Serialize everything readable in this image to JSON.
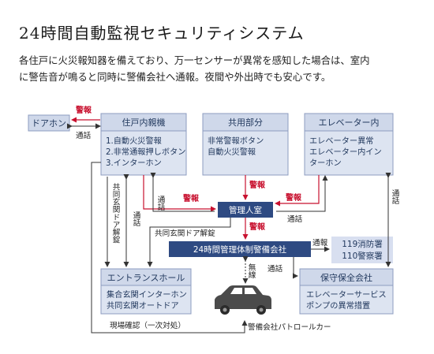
{
  "title": "24時間自動監視セキュリティシステム",
  "description": [
    "各住戸に火災報知器を備えており、万一センサーが異常を感知した場合は、室内",
    "に警告音が鳴ると同時に警備会社へ通報。夜間や外出時でも安心です。"
  ],
  "diagram": {
    "door_phone": "ドアホン",
    "unit": {
      "title": "住戸内親機",
      "items": [
        "1.自動火災警報",
        "2.非常通報押しボタン",
        "3.インターホン"
      ]
    },
    "common": {
      "title": "共用部分",
      "items": [
        "非常警報ボタン",
        "自動火災警報"
      ]
    },
    "elevator": {
      "title": "エレベーター内",
      "items": [
        "エレベーター異常",
        "エレベーター内イン",
        "ターホン"
      ]
    },
    "manager": "管理人室",
    "security_company": "24時間管理体制警備会社",
    "fire_police": [
      "119消防署",
      "110警察署"
    ],
    "entrance": {
      "title": "エントランスホール",
      "items": [
        "集合玄関インターホン",
        "共同玄関オートドア"
      ]
    },
    "maintenance": {
      "title": "保守保全会社",
      "items": [
        "エレベーターサービス",
        "ポンプの異常措置"
      ]
    },
    "labels": {
      "alarm": "警報",
      "call": "通話",
      "report": "通報",
      "entrance_unlock": "共同玄関ドア解錠",
      "shared_entrance_unlock_v": "共同玄関ドア解錠",
      "wireless": "無線",
      "onsite_check": "現場確認（一次対処）",
      "patrol_car": "警備会社パトロールカー"
    },
    "colors": {
      "box_fill": "#cfd8ea",
      "box_border": "#8d9cc0",
      "dark": "#2e4a82",
      "alarm": "#c8102e",
      "fire_fill": "#d8dff0"
    }
  }
}
